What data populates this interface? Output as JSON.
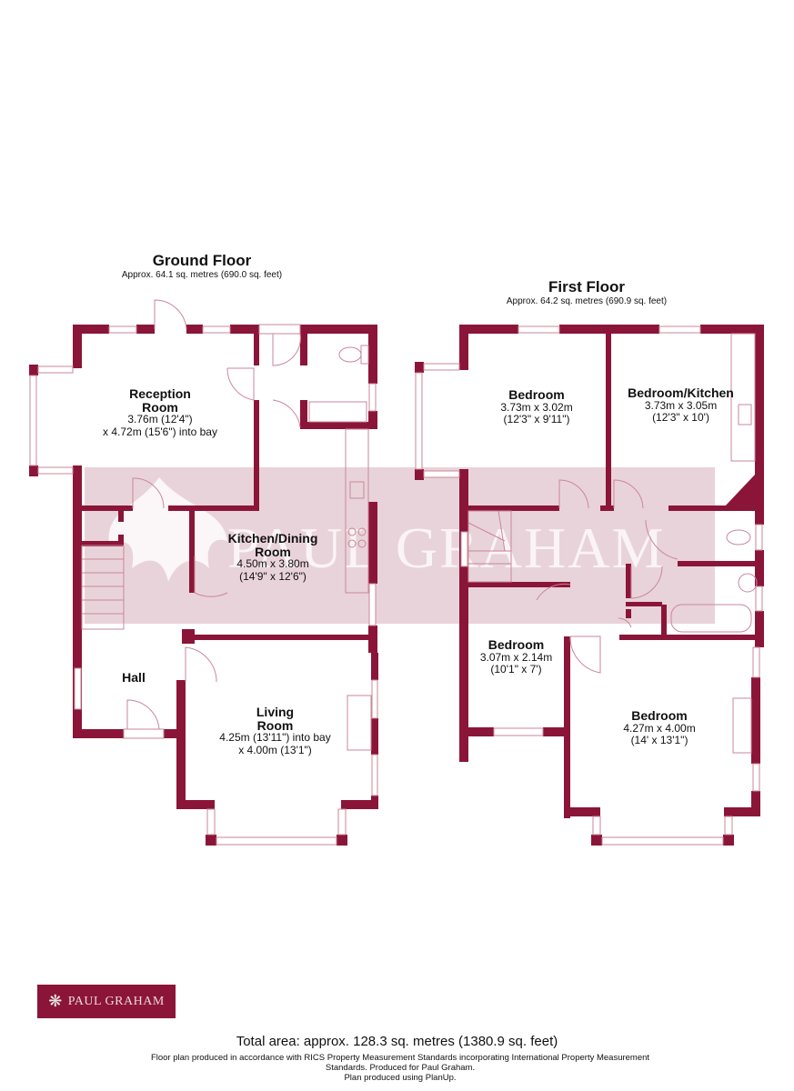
{
  "ground_floor": {
    "title": "Ground Floor",
    "area": "Approx. 64.1 sq. metres (690.0 sq. feet)",
    "rooms": [
      {
        "name": "Reception",
        "name2": "Room",
        "dim1": "3.76m (12'4\")",
        "dim2": "x 4.72m (15'6\") into bay"
      },
      {
        "name": "Kitchen/Dining",
        "name2": "Room",
        "dim1": "4.50m x 3.80m",
        "dim2": "(14'9\" x 12'6\")"
      },
      {
        "name": "Living",
        "name2": "Room",
        "dim1": "4.25m (13'11\") into bay",
        "dim2": "x 4.00m (13'1\")"
      },
      {
        "name": "Hall"
      }
    ]
  },
  "first_floor": {
    "title": "First Floor",
    "area": "Approx. 64.2 sq. metres (690.9 sq. feet)",
    "rooms": [
      {
        "name": "Bedroom",
        "dim1": "3.73m x 3.02m",
        "dim2": "(12'3\" x 9'11\")"
      },
      {
        "name": "Bedroom/Kitchen",
        "dim1": "3.73m x 3.05m",
        "dim2": "(12'3\" x 10')"
      },
      {
        "name": "Bedroom",
        "dim1": "3.07m x 2.14m",
        "dim2": "(10'1\" x 7')"
      },
      {
        "name": "Bedroom",
        "dim1": "4.27m x 4.00m",
        "dim2": "(14' x 13'1\")"
      }
    ]
  },
  "watermark": {
    "text": "PAUL GRAHAM"
  },
  "logo": {
    "text": "PAUL GRAHAM",
    "icon": "maple-leaf-icon"
  },
  "footer": {
    "total_area": "Total area: approx. 128.3 sq. metres (1380.9 sq. feet)",
    "note_line1": "Floor plan produced in accordance with RICS Property Measurement Standards incorporating International Property Measurement",
    "note_line2": "Standards. Produced for Paul Graham.",
    "note_line3": "Plan produced using PlanUp."
  },
  "colors": {
    "wall": "#8b1538",
    "watermark_band": "#e9d3da",
    "fixture_line": "#c9879a"
  }
}
